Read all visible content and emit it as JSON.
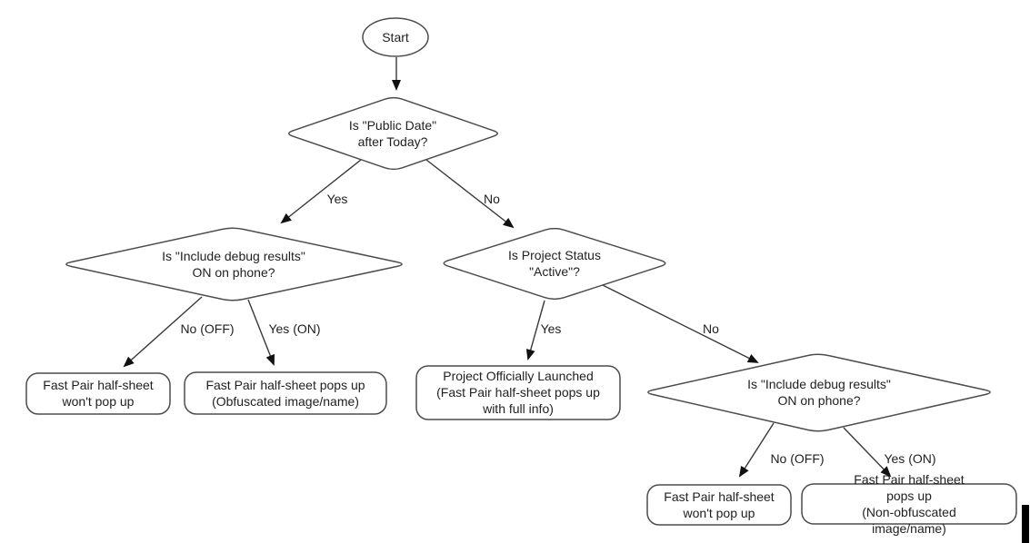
{
  "diagram": {
    "type": "flowchart",
    "background": "#ffffff",
    "shape_stroke": "#4c4c4c",
    "line_stroke": "#383838",
    "text_color": "#1f1f1f"
  },
  "nodes": {
    "start": {
      "shape": "oval",
      "label": "Start"
    },
    "public_date": {
      "shape": "decision",
      "label": "Is \"Public Date\"\nafter Today?"
    },
    "debug_left": {
      "shape": "decision",
      "label": "Is \"Include debug results\"\nON on phone?"
    },
    "project_status": {
      "shape": "decision",
      "label": "Is Project Status\n\"Active\"?"
    },
    "debug_right": {
      "shape": "decision",
      "label": "Is \"Include debug results\"\nON on phone?"
    },
    "no_popup_left": {
      "shape": "rounded-rect",
      "label": "Fast Pair half-sheet\nwon't pop up"
    },
    "popup_obfuscated": {
      "shape": "rounded-rect",
      "label": "Fast Pair half-sheet pops up\n(Obfuscated image/name)"
    },
    "launched": {
      "shape": "rounded-rect",
      "label": "Project Officially Launched\n(Fast Pair half-sheet pops up\nwith full info)"
    },
    "no_popup_right": {
      "shape": "rounded-rect",
      "label": "Fast Pair half-sheet\nwon't pop up"
    },
    "popup_non_obfuscated": {
      "shape": "rounded-rect",
      "label": "Fast Pair half-sheet pops up\n(Non-obfuscated image/name)"
    }
  },
  "edge_labels": {
    "public_date_yes": "Yes",
    "public_date_no": "No",
    "debug_left_no": "No (OFF)",
    "debug_left_yes": "Yes (ON)",
    "project_status_yes": "Yes",
    "project_status_no": "No",
    "debug_right_no": "No (OFF)",
    "debug_right_yes": "Yes (ON)"
  }
}
